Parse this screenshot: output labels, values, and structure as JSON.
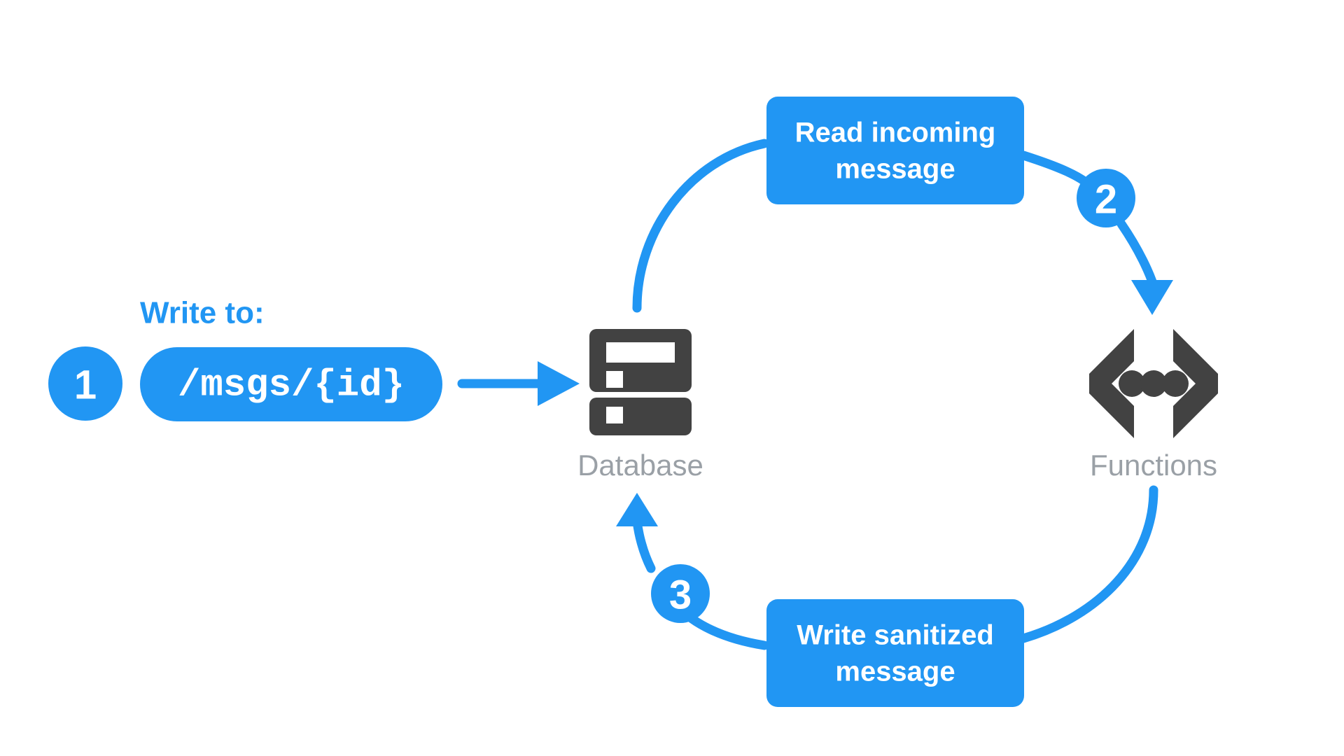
{
  "diagram": {
    "title": "Firebase Database to Functions message sanitization flow",
    "background_color": "#ffffff",
    "accent_color": "#2196f3",
    "icon_color": "#424242",
    "label_color": "#9aa0a6",
    "caption": {
      "text": "Write to:",
      "color": "#2196f3"
    },
    "pill": {
      "text": "/msgs/{id}",
      "fill": "#2196f3",
      "text_color": "#ffffff"
    },
    "nodes": [
      {
        "id": "database",
        "icon": "database-server-icon",
        "label": "Database",
        "color": "#424242"
      },
      {
        "id": "functions",
        "icon": "functions-braces-icon",
        "label": "Functions",
        "color": "#424242"
      }
    ],
    "steps": [
      {
        "number": "1",
        "badge_fill": "#2196f3",
        "badge_text_color": "#ffffff",
        "target": "pill"
      },
      {
        "number": "2",
        "badge_fill": "#2196f3",
        "badge_text_color": "#ffffff",
        "target": "functions"
      },
      {
        "number": "3",
        "badge_fill": "#2196f3",
        "badge_text_color": "#ffffff",
        "target": "database"
      }
    ],
    "action_boxes": [
      {
        "id": "read-incoming",
        "line1": "Read incoming",
        "line2": "message",
        "fill": "#2196f3",
        "text_color": "#ffffff"
      },
      {
        "id": "write-sanitized",
        "line1": "Write sanitized",
        "line2": "message",
        "fill": "#2196f3",
        "text_color": "#ffffff"
      }
    ],
    "connectors": [
      {
        "id": "pill-to-database",
        "shape": "straight-arrow",
        "direction": "right",
        "color": "#2196f3"
      },
      {
        "id": "database-to-read-box",
        "shape": "curve",
        "direction": "up-right",
        "color": "#2196f3"
      },
      {
        "id": "read-box-to-functions",
        "shape": "curve-arrow",
        "direction": "down-right",
        "color": "#2196f3"
      },
      {
        "id": "functions-to-write-box",
        "shape": "curve",
        "direction": "down-left",
        "color": "#2196f3"
      },
      {
        "id": "write-box-to-database",
        "shape": "curve-arrow",
        "direction": "up-left",
        "color": "#2196f3"
      }
    ]
  }
}
